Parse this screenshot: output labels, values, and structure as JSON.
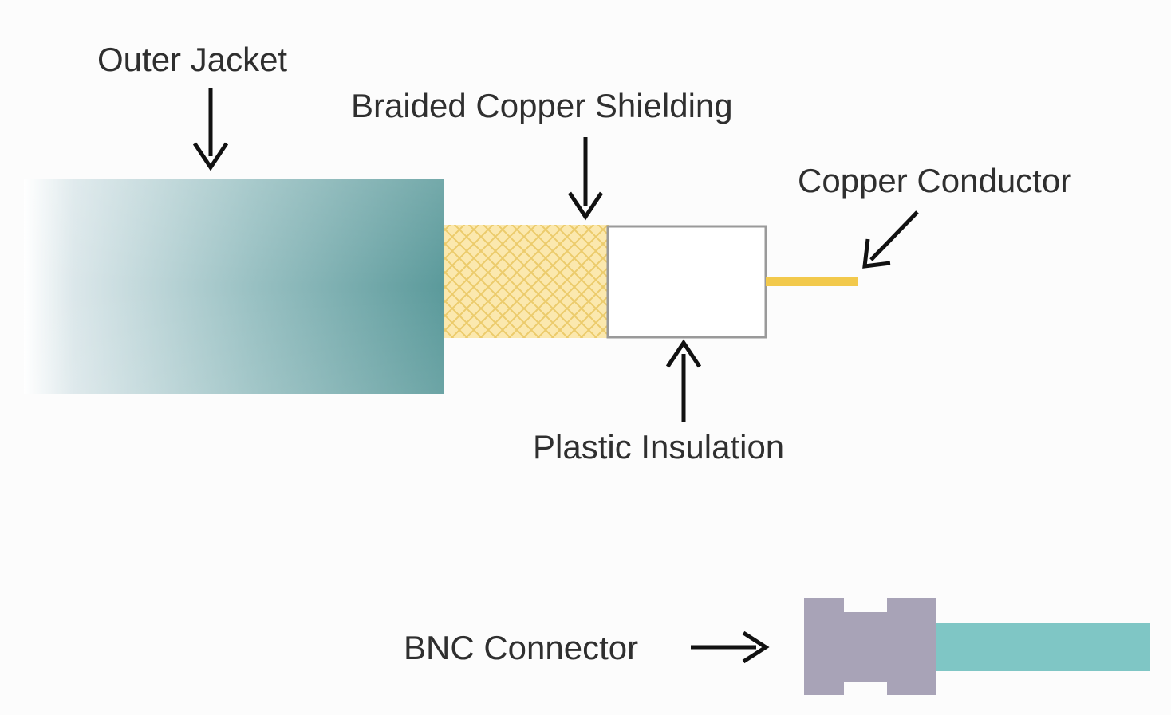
{
  "labels": {
    "outer_jacket": "Outer Jacket",
    "braided_shielding": "Braided Copper Shielding",
    "copper_conductor": "Copper Conductor",
    "plastic_insulation": "Plastic Insulation",
    "bnc_connector": "BNC Connector"
  },
  "colors": {
    "background": "#fcfcfc",
    "jacket": "#5b9a9b",
    "shielding": "#f6dc8e",
    "insulation": "#ffffff",
    "conductor": "#f2c94c",
    "connector_body": "#a8a3b7",
    "connector_cable": "#7fc6c5",
    "arrow": "#111111"
  }
}
